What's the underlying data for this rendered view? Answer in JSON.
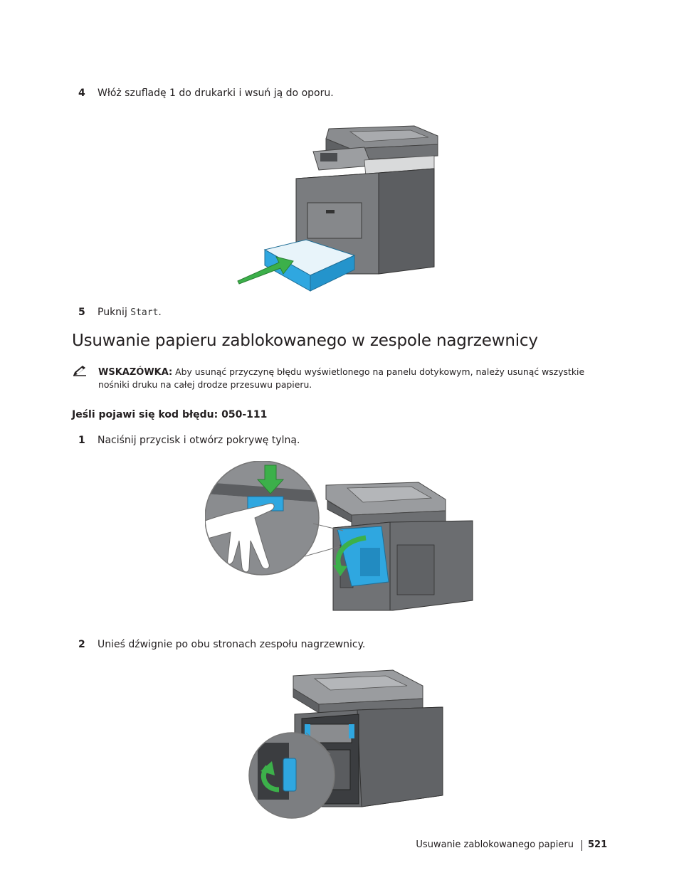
{
  "steps": {
    "s4": {
      "num": "4",
      "text": "Włóż szufladę 1 do drukarki i wsuń ją do oporu."
    },
    "s5": {
      "num": "5",
      "prefix": "Puknij ",
      "code": "Start",
      "suffix": "."
    },
    "s1": {
      "num": "1",
      "text": "Naciśnij przycisk i otwórz pokrywę tylną."
    },
    "s2": {
      "num": "2",
      "text": "Unieś dźwignie po obu stronach zespołu nagrzewnicy."
    }
  },
  "section": {
    "title": "Usuwanie papieru zablokowanego w zespole nagrzewnicy",
    "note_label": "WSKAZÓWKA:",
    "note_text": " Aby usunąć przyczynę błędu wyświetlonego na panelu dotykowym, należy usunąć wszystkie nośniki druku na całej drodze przesuwu papieru.",
    "subheading": "Jeśli pojawi się kod błędu: 050-111"
  },
  "footer": {
    "chapter": "Usuwanie zablokowanego papieru",
    "page": "521"
  },
  "colors": {
    "accent_blue": "#2fa7e0",
    "arrow_green": "#3cb04a",
    "printer_gray": "#6d6f72",
    "text": "#231f20"
  },
  "icons": [
    "note-pencil-icon"
  ]
}
